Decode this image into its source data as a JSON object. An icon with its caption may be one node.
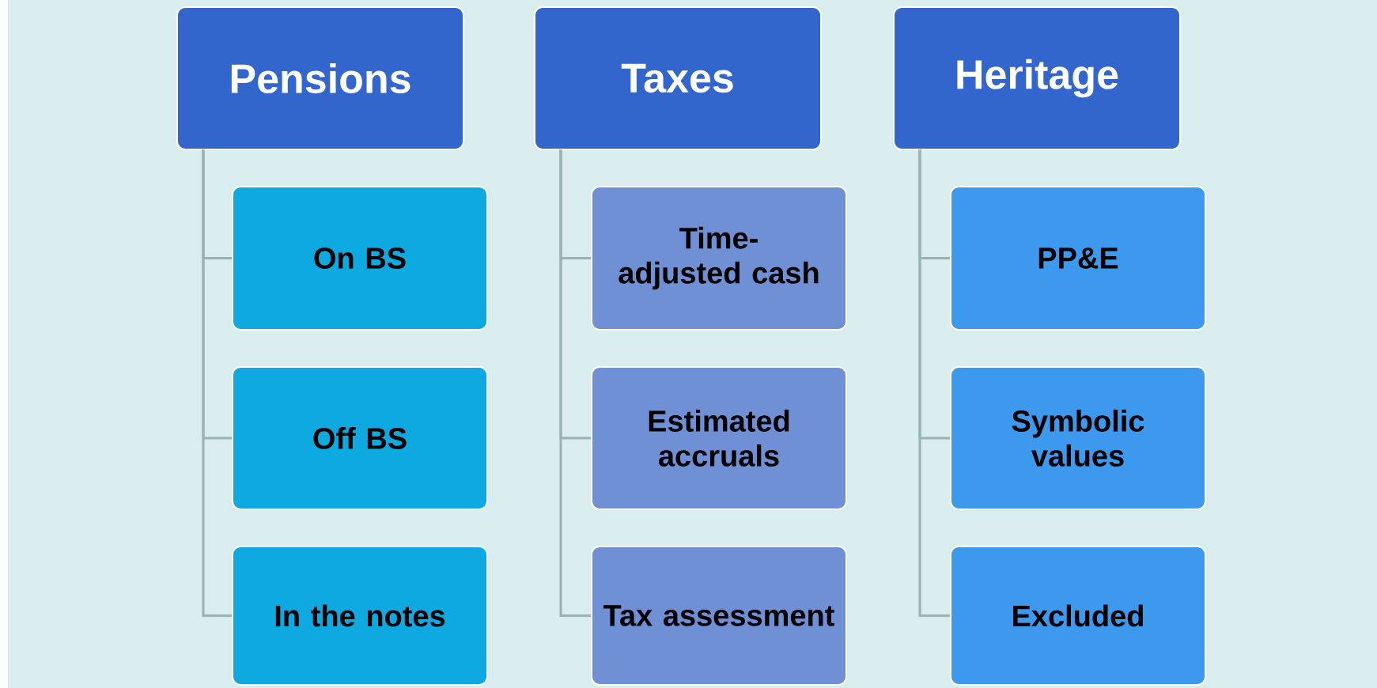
{
  "diagram": {
    "nodes": [
      {
        "text": [
          "Pensions"
        ]
      },
      {
        "text": [
          "On BS"
        ]
      },
      {
        "text": [
          "Off BS"
        ]
      },
      {
        "text": [
          "In the notes"
        ]
      },
      {
        "text": [
          "Taxes"
        ]
      },
      {
        "text": [
          "Time-adjusted cash"
        ]
      },
      {
        "text": [
          "Estimated accruals"
        ]
      },
      {
        "text": [
          "Tax assessment"
        ]
      },
      {
        "text": [
          "Heritage"
        ]
      },
      {
        "text": [
          "PP&E"
        ]
      },
      {
        "text": [
          "Symbolic values"
        ]
      },
      {
        "text": [
          "Excluded"
        ]
      }
    ],
    "edges": [
      {
        "from": 0,
        "to": 1,
        "arrow": "none"
      },
      {
        "from": 0,
        "to": 2,
        "arrow": "none"
      },
      {
        "from": 0,
        "to": 3,
        "arrow": "none"
      },
      {
        "from": 4,
        "to": 5,
        "arrow": "none"
      },
      {
        "from": 4,
        "to": 6,
        "arrow": "none"
      },
      {
        "from": 4,
        "to": 7,
        "arrow": "none"
      },
      {
        "from": 8,
        "to": 9,
        "arrow": "none"
      },
      {
        "from": 8,
        "to": 10,
        "arrow": "none"
      },
      {
        "from": 8,
        "to": 11,
        "arrow": "none"
      }
    ]
  }
}
